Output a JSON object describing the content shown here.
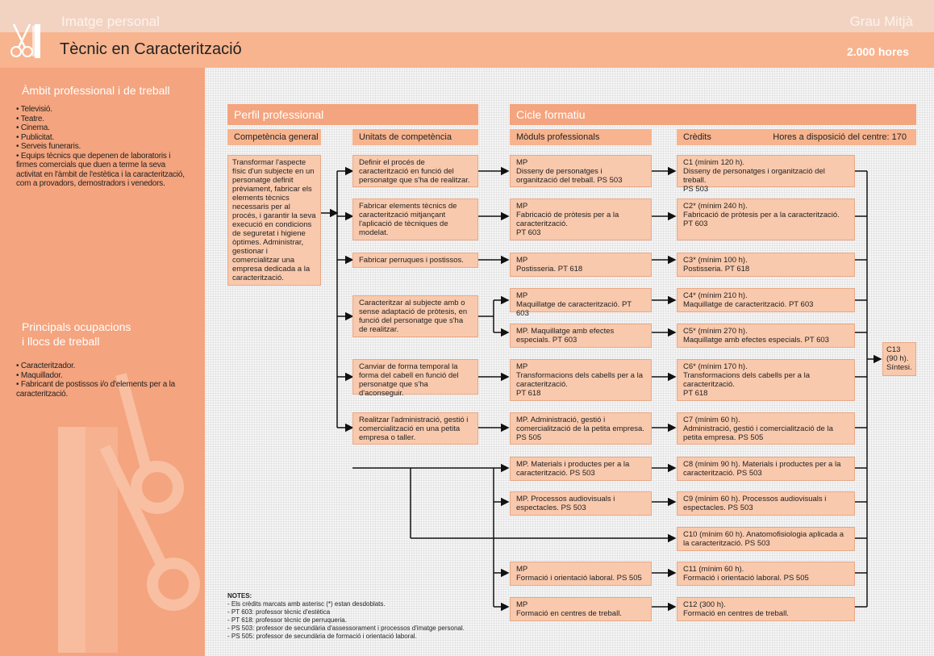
{
  "header": {
    "family": "Imatge personal",
    "level": "Grau Mitjà",
    "title": "Tècnic en Caracterització",
    "hours": "2.000 hores"
  },
  "sidebar": {
    "professional_title": "Àmbit professional i de treball",
    "professional_items": [
      "• Televisió.",
      "• Teatre.",
      "• Cinema.",
      "• Publicitat.",
      "• Serveis funeraris.",
      "• Equips tècnics que depenen de laboratoris i firmes comercials que duen a terme la seva activitat en l'àmbit de l'estètica i la caracterització, com a provadors, demostradors i venedors."
    ],
    "occupations_title_1": "Principals ocupacions",
    "occupations_title_2": "i llocs de treball",
    "occupation_items": [
      "• Caracteritzador.",
      "• Maquillador.",
      "• Fabricant de postissos i/o d'elements per a la caracterització."
    ]
  },
  "sections": {
    "perfil": "Perfil professional",
    "cicle": "Cicle formatiu"
  },
  "columns": {
    "competencia": "Competència general",
    "unitats": "Unitats de competència",
    "moduls": "Mòduls professionals",
    "credits": "Crèdits",
    "hores_centre": "Hores a disposició del centre: 170"
  },
  "competencia_general": "Transformar l'aspecte físic d'un subjecte en un personatge definit prèviament, fabricar els elements tècnics necessaris per al procés, i garantir la seva execució en condicions de seguretat i higiene òptimes. Administrar, gestionar i comercialitzar una empresa dedicada a la caracterització.",
  "units": [
    "Definir el procés de caracterització en funció del personatge que s'ha de realitzar.",
    "Fabricar elements tècnics de caracterització mitjançant l'aplicació de tècniques de modelat.",
    "Fabricar perruques i postissos.",
    "Caracteritzar al subjecte amb o sense adaptació de pròtesis, en funció del personatge que s'ha de realitzar.",
    "Canviar de forma temporal la forma del cabell en funció del personatge que s'ha d'aconseguir.",
    "Realitzar l'administració, gestió i comercialització en una petita empresa o taller."
  ],
  "modules": [
    [
      "MP",
      "Disseny de personatges i organització del treball. PS 503"
    ],
    [
      "MP",
      "Fabricació de pròtesis per a la caracterització.",
      "PT 603"
    ],
    [
      "MP",
      "Postisseria. PT 618"
    ],
    [
      "MP",
      "Maquillatge de caracterització. PT 603"
    ],
    [
      "MP. Maquillatge amb efectes especials. PT 603"
    ],
    [
      "MP",
      "Transformacions dels cabells per a la caracterització.",
      "PT 618"
    ],
    [
      "MP. Administració, gestió i comercialització de la petita empresa.",
      "PS 505"
    ],
    [
      "MP. Materials i productes per a la caracterització. PS 503"
    ],
    [
      "MP. Processos audiovisuals i espectacles. PS 503"
    ],
    [
      "MP",
      "Formació i orientació laboral. PS 505"
    ],
    [
      "MP",
      "Formació en centres de treball."
    ]
  ],
  "credits": [
    [
      "C1 (mínim 120 h).",
      "Disseny de personatges i organització del treball.",
      "PS 503"
    ],
    [
      "C2* (mínim 240 h).",
      "Fabricació de pròtesis per a la caracterització.",
      "PT 603"
    ],
    [
      "C3* (mínim 100 h).",
      "Postisseria. PT 618"
    ],
    [
      "C4* (mínim 210 h).",
      "Maquillatge de caracterització. PT 603"
    ],
    [
      "C5* (mínim 270 h).",
      "Maquillatge amb efectes especials. PT 603"
    ],
    [
      "C6* (mínim 170 h).",
      "Transformacions dels cabells per a la caracterització.",
      "PT 618"
    ],
    [
      "C7 (mínim 60 h).",
      "Administració, gestió i comercialització de la petita empresa. PS 505"
    ],
    [
      "C8 (mínim 90 h). Materials i productes per a la caracterització. PS 503"
    ],
    [
      "C9 (mínim 60 h). Processos audiovisuals i espectacles. PS 503"
    ],
    [
      "C10 (mínim 60 h). Anatomofisiologia aplicada a la caracterització. PS 503"
    ],
    [
      "C11 (mínim 60 h).",
      "Formació i orientació laboral. PS 505"
    ],
    [
      "C12 (300 h).",
      "Formació en centres de treball."
    ]
  ],
  "c13": [
    "C13",
    "(90 h).",
    "Síntesi."
  ],
  "notes": {
    "title": "NOTES:",
    "lines": [
      "- Els crèdits marcats amb asterisc (*) estan desdoblats.",
      "- PT 603: professor tècnic d'estètica",
      "- PT 618: professor tècnic de perruqueria.",
      "- PS 503: professor de secundària d'assessorament i processos d'imatge personal.",
      "- PS 505: professor de secundària de formació i orientació laboral."
    ]
  }
}
